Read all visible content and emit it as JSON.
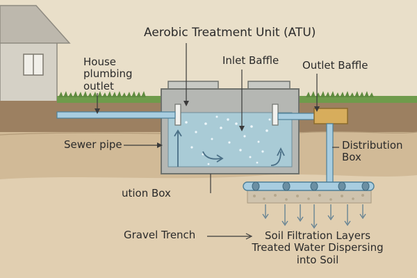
{
  "labels": {
    "title": "Aerobic Treatment Unit (ATU)",
    "house_outlet": [
      "House",
      "plumbing",
      "outlet"
    ],
    "inlet_baffle": "Inlet Baffle",
    "outlet_baffle": "Outlet Baffle",
    "sewer_pipe": "Sewer pipe",
    "distribution_box": [
      "Distribution",
      "Box"
    ],
    "treatment_box": "ution Box",
    "gravel_trench": "Gravel Trench",
    "soil_filtration": [
      "Soil Filtration Layers",
      "Treated Water Dispersing",
      "into Soil"
    ]
  },
  "colors": {
    "sky": "#e9dfc9",
    "house_wall": "#d5d1c6",
    "roof": "#bdb8ad",
    "grass": "#6f9b4b",
    "topsoil": "#9c8061",
    "soil_mid": "#d1ba97",
    "soil_deep": "#e1cfb1",
    "pipe": "#a8cde0",
    "pipe_outline": "#4d7f98",
    "tank": "#b5b7b3",
    "water": "#a9cbd6",
    "distribution_box": "#d7ad5c",
    "gravel": "#cfc3ad",
    "arrow": "#4a6f86"
  }
}
